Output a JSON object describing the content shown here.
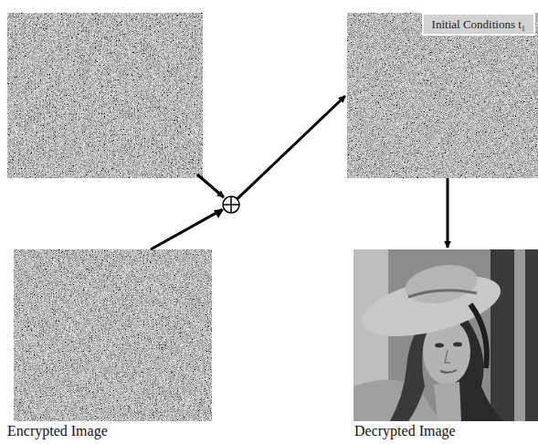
{
  "diagram": {
    "nodes": [
      {
        "text": [
          "Encrypted Image"
        ]
      },
      {
        "text": [
          "Initial Conditions t₁"
        ]
      },
      {
        "text": [
          "Decrypted Image"
        ]
      }
    ],
    "edges": [
      {
        "from": 0,
        "to": 1,
        "arrow": "to"
      },
      {
        "from": 1,
        "to": 2,
        "arrow": "to"
      }
    ]
  }
}
